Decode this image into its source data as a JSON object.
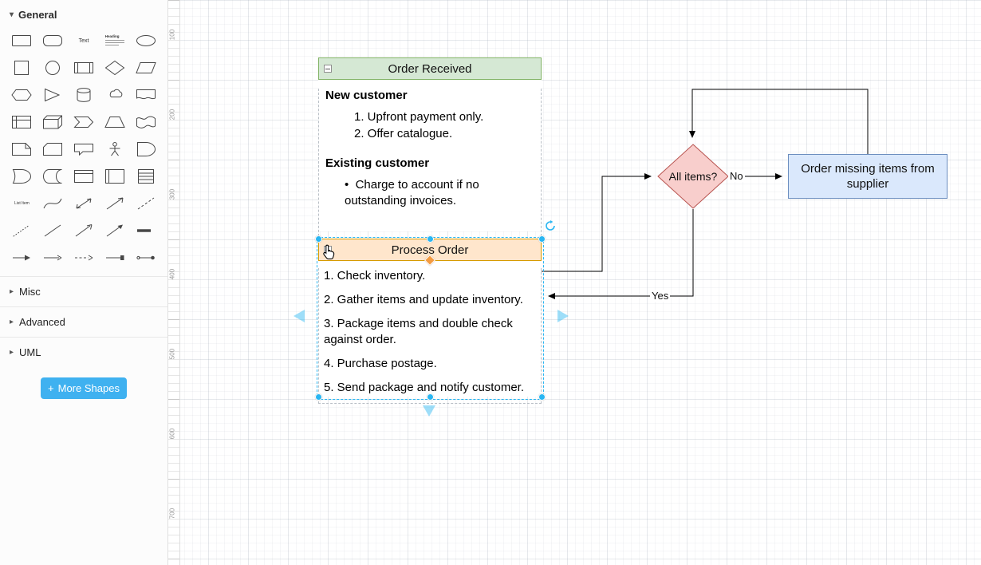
{
  "sidebar": {
    "header": {
      "label": "General"
    },
    "sections": [
      {
        "label": "Misc"
      },
      {
        "label": "Advanced"
      },
      {
        "label": "UML"
      }
    ],
    "more_shapes": {
      "plus": "+",
      "label": "More Shapes"
    },
    "shape_labels": {
      "text": "Text",
      "heading": "Heading",
      "list_item": "List Item"
    },
    "shape_names": [
      "rectangle",
      "rounded-rectangle",
      "text",
      "textbox",
      "ellipse",
      "square",
      "circle",
      "process",
      "diamond",
      "parallelogram",
      "hexagon",
      "triangle",
      "cylinder",
      "cloud",
      "document",
      "internal-storage",
      "cube",
      "step",
      "trapezoid",
      "tape",
      "note",
      "card",
      "callout",
      "actor",
      "or",
      "and",
      "data-storage",
      "container",
      "vertical-container",
      "list",
      "list-item",
      "curve",
      "bidirectional-arrow",
      "diagonal-arrow",
      "dashed-line",
      "dotted-line",
      "line",
      "diagonal-arrow-open",
      "diagonal-arrow-filled",
      "link",
      "directional-arrow",
      "simple-arrow",
      "dashed-arrow",
      "connector",
      "directional-connector"
    ]
  },
  "canvas": {
    "ruler": [
      "100",
      "200",
      "300",
      "400",
      "500",
      "600",
      "700"
    ],
    "order_received": {
      "title": "Order Received",
      "heading_new": "New customer",
      "numbered": [
        "1. Upfront payment only.",
        "2. Offer catalogue."
      ],
      "heading_existing": "Existing customer",
      "bullets": [
        "Charge to account if no outstanding invoices."
      ]
    },
    "process_order": {
      "title": "Process Order",
      "items": [
        "1. Check inventory.",
        "2. Gather items and update inventory.",
        "3. Package items and double check against order.",
        "4. Purchase postage.",
        "5. Send package and notify customer."
      ]
    },
    "decision": {
      "label": "All items?"
    },
    "supplier": {
      "label": "Order missing items from supplier"
    },
    "edge_labels": {
      "no": "No",
      "yes": "Yes"
    }
  },
  "colors": {
    "green_fill": "#d5e8d4",
    "green_stroke": "#82b366",
    "orange_fill": "#ffe6cc",
    "orange_stroke": "#d79b00",
    "red_fill": "#f8cecc",
    "red_stroke": "#b85450",
    "blue_fill": "#dae8fc",
    "blue_stroke": "#6c8ebf",
    "selection": "#29b6f2",
    "more_shapes_button": "#3fb1f0"
  }
}
